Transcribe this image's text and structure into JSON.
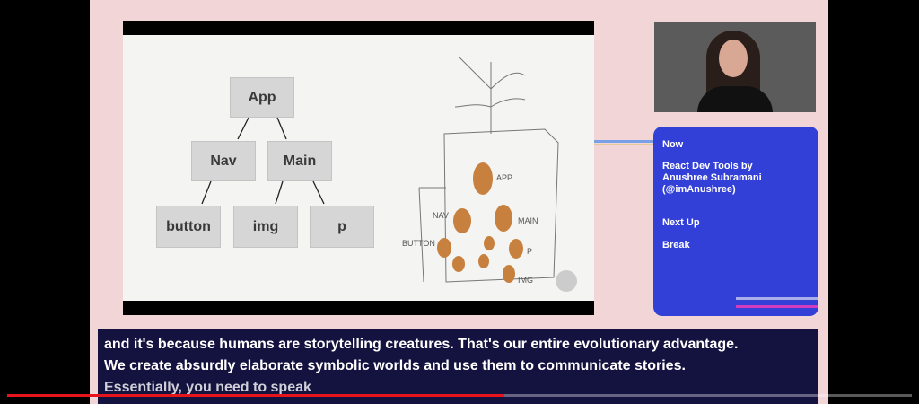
{
  "slide": {
    "nodes": [
      "App",
      "Nav",
      "Main",
      "button",
      "img",
      "p"
    ],
    "illustration_labels": [
      "APP",
      "NAV",
      "MAIN",
      "BUTTON",
      "P",
      "IMG"
    ]
  },
  "sidebar": {
    "now_label": "Now",
    "now_title": "React Dev Tools by Anushree Subramani (@imAnushree)",
    "next_label": "Next Up",
    "next_title": "Break"
  },
  "captions": {
    "line1": "and it's because humans are storytelling creatures. That's our entire evolutionary advantage.",
    "line2": "We create absurdly elaborate symbolic worlds and use them to communicate stories.",
    "line3": "Essentially, you need to speak"
  },
  "player": {
    "progress_percent": 55,
    "accent": "#e8141c"
  }
}
